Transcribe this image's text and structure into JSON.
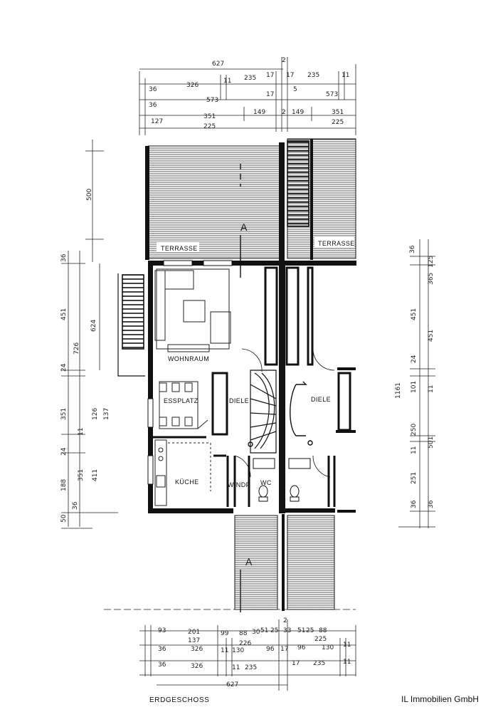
{
  "plan_title": "ERDGESCHOSS",
  "company": "IL Immobilien GmbH",
  "rooms": {
    "terrace_left": "TERRASSE",
    "terrace_right": "TERRASSE",
    "living": "WOHNRAUM",
    "dining": "ESSPLATZ",
    "hall_left": "DIELE",
    "hall_right": "DIELE",
    "kitchen": "KÜCHE",
    "windfang": "WINDF",
    "wc": "WC"
  },
  "section_marker": "A",
  "dims_top": {
    "overall": "627",
    "axis": "2",
    "r1_a": "36",
    "r1_b": "326",
    "r1_c": "11",
    "r1_d": "235",
    "r1_e": "17",
    "r1_f": "17",
    "r1_g": "235",
    "r1_h": "11",
    "r2_a": "36",
    "r2_b": "573",
    "r2_c": "17",
    "r2_d": "5",
    "r2_e": "573",
    "r3_a": "127",
    "r3_b": "351",
    "r3_c": "225",
    "r3_d": "149",
    "r3_e": "2",
    "r3_f": "149",
    "r3_g": "351",
    "r3_h": "225"
  },
  "dims_bottom": {
    "overall": "627",
    "axis": "2",
    "r1_a": "93",
    "r1_b": "201",
    "r1_c": "137",
    "r1_d": "99",
    "r1_e": "88",
    "r1_f": "30",
    "r1_g": "51",
    "r1_h": "25",
    "r1_i": "33",
    "r1_j": "51",
    "r1_k": "25",
    "r1_l": "88",
    "r2_a": "36",
    "r2_b": "326",
    "r2_c": "11",
    "r2_d": "130",
    "r2_e": "226",
    "r2_f": "96",
    "r2_g": "17",
    "r2_h": "96",
    "r2_i": "130",
    "r2_j": "225",
    "r2_k": "11",
    "r3_a": "36",
    "r3_b": "326",
    "r3_c": "11",
    "r3_d": "235",
    "r3_e": "17",
    "r3_f": "235",
    "r3_g": "11"
  },
  "dims_left": {
    "terrace": "500",
    "d1": "36",
    "d2": "451",
    "d3": "624",
    "d4": "726",
    "d5": "24",
    "d6": "351",
    "d7": "11",
    "d8": "126",
    "d9": "137",
    "d10": "24",
    "d11": "188",
    "d12": "351",
    "d13": "411",
    "d14": "50",
    "d15": "36"
  },
  "dims_right": {
    "d1": "36",
    "d2": "365",
    "d3": "125",
    "d4": "451",
    "d5": "451",
    "d6": "1161",
    "d7": "24",
    "d8": "101",
    "d9": "11",
    "d10": "250",
    "d11": "11",
    "d12": "501",
    "d13": "251",
    "d14": "36",
    "d15": "36"
  }
}
